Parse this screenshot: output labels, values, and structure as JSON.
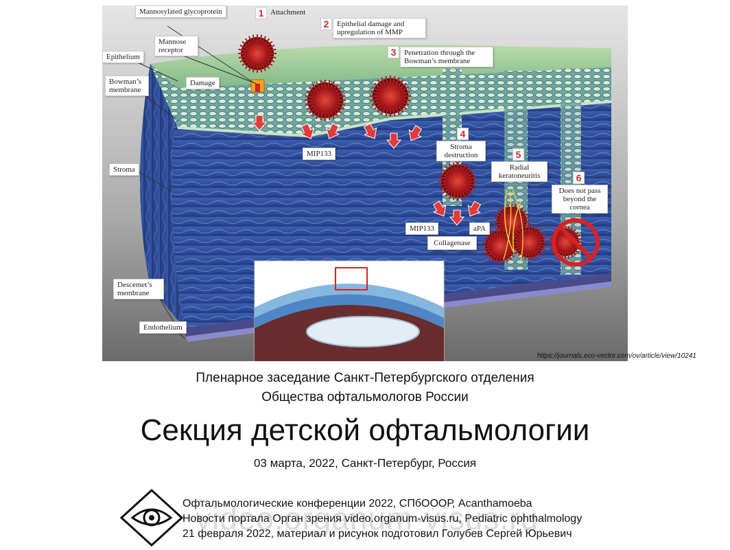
{
  "figure": {
    "labels": {
      "mannosylated": "Mannosylated glycoprotein",
      "mannose_receptor": "Mannose receptor",
      "epithelium": "Epithelium",
      "bowmans": "Bowman’s membrane",
      "damage": "Damage",
      "stroma": "Stroma",
      "descemets": "Descemet’s membrane",
      "endothelium": "Endothelium",
      "mip133_a": "MIP133",
      "mip133_b": "MIP133",
      "apa": "aPA",
      "collagenase": "Collagenase"
    },
    "steps": [
      {
        "num": "1",
        "text": "Attachment"
      },
      {
        "num": "2",
        "text": "Epithelial damage and upregulation of MMP"
      },
      {
        "num": "3",
        "text": "Penetration through the Bowman’s membrane"
      },
      {
        "num": "4",
        "text": "Stroma destruction"
      },
      {
        "num": "5",
        "text": "Radial keratoneuritis"
      },
      {
        "num": "6",
        "text": "Does not pass beyond the cornea"
      }
    ],
    "source": "https://journals.eco-vector.com/ov/article/view/10241"
  },
  "header": {
    "line1": "Пленарное заседание Санкт-Петербургского отделения",
    "line2": "Общества офтальмологов России",
    "section": "Секция детской офтальмологии",
    "date": "03 марта, 2022, Санкт-Петербург, Россия"
  },
  "footer": {
    "line1": "Офтальмологические конференции 2022, СПбОООР, Acanthamoeba",
    "line2": "Новости портала Орган зрения video.organum-visus.ru, Pediatric ophthalmology",
    "line3": "21 февраля 2022, материал и рисунок подготовил Голубев Сергей Юрьевич"
  },
  "watermark": "video.organum-visus.ru",
  "colors": {
    "cyst_red": "#b01e1e",
    "arrow_red": "#e23b3b",
    "stroma_blue": "#3f66b5",
    "epithelium_green": "#8fbf8a"
  }
}
